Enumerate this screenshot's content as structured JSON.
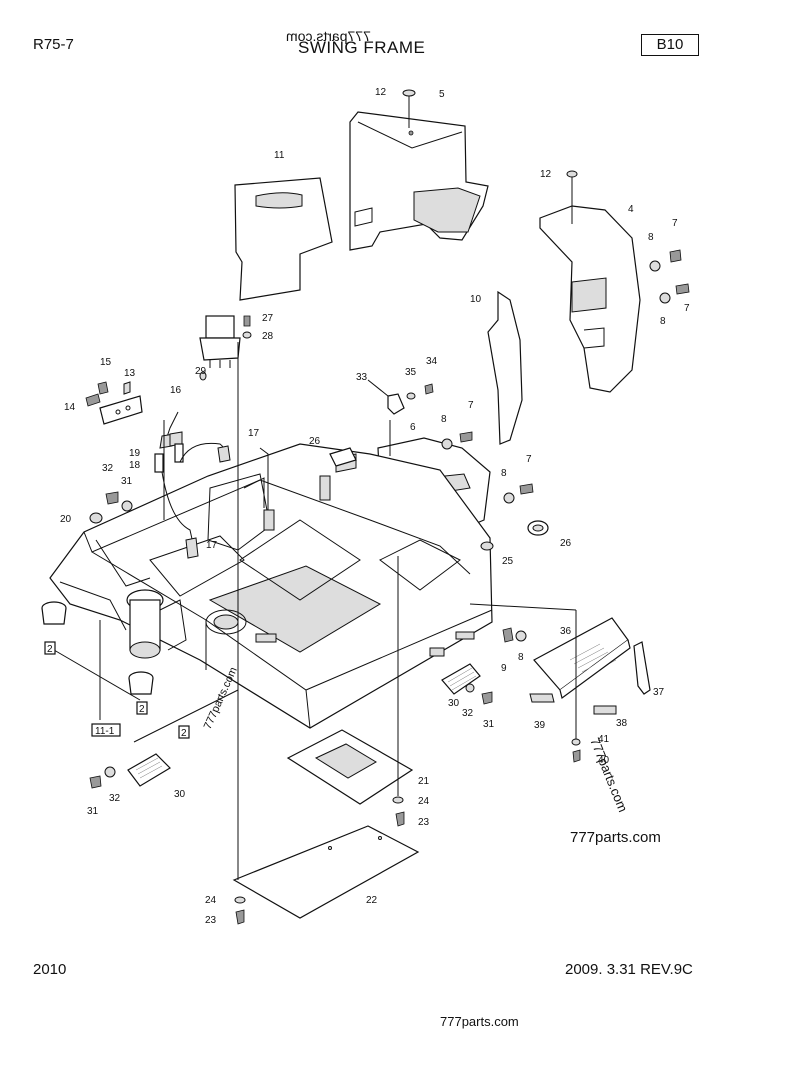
{
  "header": {
    "model": "R75-7",
    "title": "SWING FRAME",
    "watermark_mirrored": "777parts.com",
    "section_code": "B10"
  },
  "footer": {
    "year": "2010",
    "revision": "2009. 3.31 REV.9C",
    "site": "777parts.com"
  },
  "diagram": {
    "watermarks": [
      "777parts.com",
      "777parts.com",
      "777parts.com"
    ],
    "box_refs": [
      "2",
      "2",
      "2",
      "11-1"
    ],
    "callouts": [
      "12",
      "5",
      "11",
      "12",
      "4",
      "7",
      "8",
      "7",
      "8",
      "10",
      "27",
      "28",
      "29",
      "15",
      "13",
      "14",
      "16",
      "17",
      "19",
      "18",
      "33",
      "34",
      "35",
      "8",
      "7",
      "6",
      "26",
      "8",
      "7",
      "32",
      "31",
      "20",
      "17",
      "25",
      "26",
      "36",
      "9",
      "8",
      "37",
      "30",
      "32",
      "31",
      "39",
      "38",
      "41",
      "40",
      "21",
      "24",
      "23",
      "22",
      "24",
      "23",
      "31",
      "32",
      "30"
    ]
  }
}
